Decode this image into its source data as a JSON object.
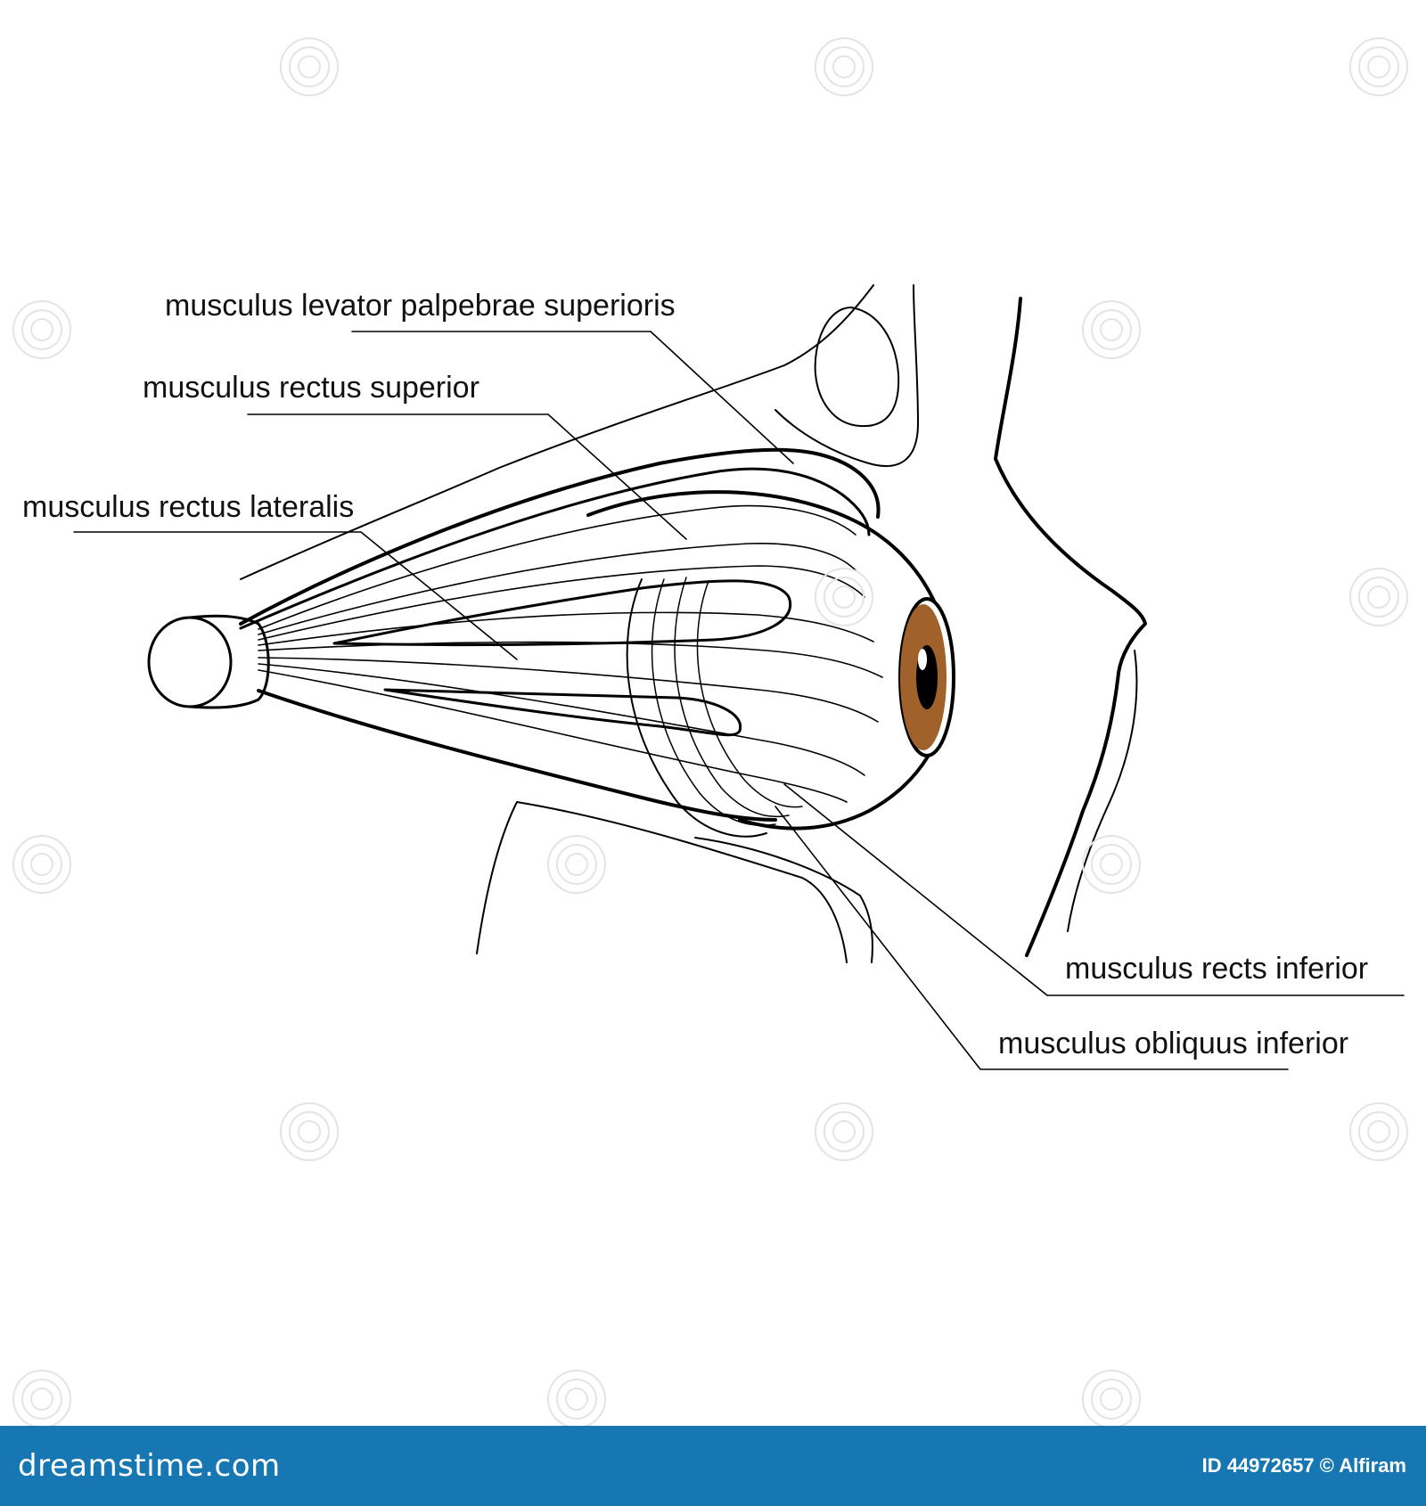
{
  "labels": {
    "levator": "musculus levator palpebrae superioris",
    "rectus_superior": "musculus rectus superior",
    "rectus_lateralis": "musculus rectus lateralis",
    "rectus_inferior": "musculus rects inferior",
    "obliquus_inferior": "musculus obliquus inferior"
  },
  "footer": {
    "logo": "dreamstime.com",
    "credit": "ID 44972657 © Alfiram",
    "background": "#1677b3"
  },
  "colors": {
    "iris": "#a0612a",
    "outline": "#000000"
  }
}
